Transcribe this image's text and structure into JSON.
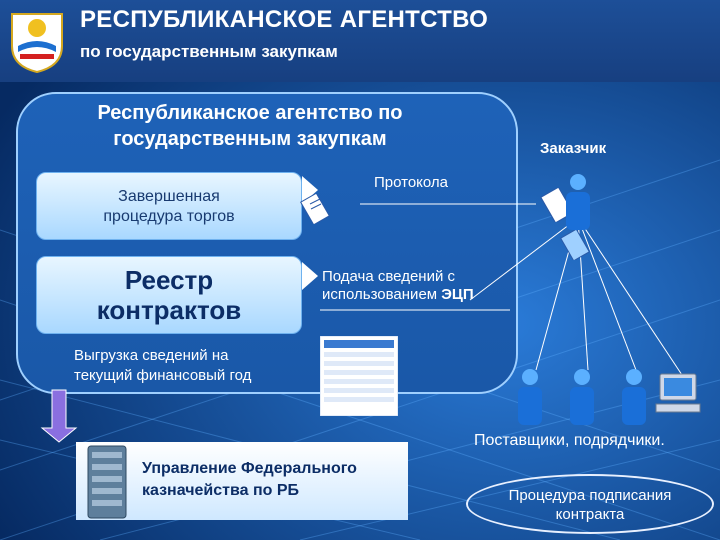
{
  "header": {
    "title": "РЕСПУБЛИКАНСКОЕ АГЕНТСТВО",
    "subtitle": "по государственным закупкам"
  },
  "panel": {
    "agency_title_line1": "Республиканское агентство по",
    "agency_title_line2": "государственным закупкам",
    "completed_line1": "Завершенная",
    "completed_line2": "процедура торгов",
    "registry_line1": "Реестр",
    "registry_line2": "контрактов"
  },
  "labels": {
    "customer": "Заказчик",
    "protocol": "Протокола",
    "submit_line1": "Подача сведений с",
    "submit_line2": "использованием",
    "submit_ecp": "ЭЦП",
    "unload_line1": "Выгрузка сведений на",
    "unload_line2": "текущий финансовый год",
    "suppliers": "Поставщики, подрядчики.",
    "treasury_line1": "Управление Федерального",
    "treasury_line2": "казначейства по РБ",
    "signing_line1": "Процедура подписания",
    "signing_line2": "контракта"
  },
  "icons": [
    "emblem-icon",
    "document-icon",
    "document-icon",
    "user-icon",
    "computer-icon",
    "server-icon",
    "screenshot-icon",
    "arrow-icon"
  ],
  "colors": {
    "background": "#0a3a7a",
    "panel": "#1e62b8",
    "accent": "#a9d8ff"
  }
}
